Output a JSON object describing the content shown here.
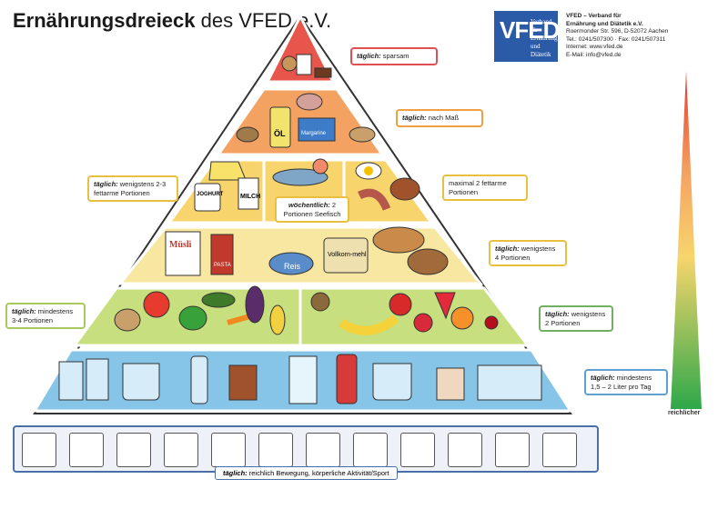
{
  "title": {
    "bold": "Ernährungsdreieck",
    "rest": " des VFED e.V."
  },
  "logo": {
    "letter": "VFED",
    "lines": [
      "Verband",
      "für",
      "Ernährung und",
      "Diätetik"
    ]
  },
  "org": {
    "name1": "VFED – Verband für",
    "name2": "Ernährung und Diätetik e.V.",
    "address": "Roermonder Str. 596, D-52072 Aachen",
    "tel": "Tel.: 0241/507300 · Fax: 0241/507311",
    "internet": "Internet: www.vfed.de",
    "email": "E-Mail: info@vfed.de"
  },
  "levels": [
    {
      "key": "sweets",
      "prefix": "täglich:",
      "text": " sparsam"
    },
    {
      "key": "fats",
      "prefix": "täglich:",
      "text": " nach Maß"
    },
    {
      "key": "dairy",
      "prefix": "täglich:",
      "text": " wenigstens 2-3 fettarme Portionen"
    },
    {
      "key": "fish",
      "prefix": "wöchentlich:",
      "text": " 2 Portionen Seefisch"
    },
    {
      "key": "meat",
      "prefix": "",
      "text": "maximal 2 fettarme Portionen"
    },
    {
      "key": "grains",
      "prefix": "täglich:",
      "text": " wenigstens 4 Portionen"
    },
    {
      "key": "veg",
      "prefix": "täglich:",
      "text": " mindestens 3-4 Portionen"
    },
    {
      "key": "fruit",
      "prefix": "täglich:",
      "text": " wenigstens 2 Portionen"
    },
    {
      "key": "drinks",
      "prefix": "täglich:",
      "text": " mindestens 1,5 – 2 Liter pro Tag"
    }
  ],
  "food_labels": {
    "oil": "ÖL",
    "margarine": "Margarine",
    "joghurt": "JOGHURT",
    "milch": "MILCH",
    "muesli": "Müsli",
    "pasta": "PASTA",
    "reis": "Reis",
    "vollkornmehl": "Vollkorn-mehl"
  },
  "gradient_label": "reichlicher",
  "sport": {
    "prefix": "täglich:",
    "text": " reichlich Bewegung, körperliche Aktivität/Sport"
  },
  "sport_icons": [
    "cyclist-icon",
    "stairs-icon",
    "swimmer-icon",
    "gymnast-icon",
    "runner-icon",
    "soccer-icon",
    "walker-icon",
    "cyclist-icon",
    "stairs-icon",
    "swimmer-icon",
    "soccer-icon",
    "walker-icon"
  ],
  "colors": {
    "red": "#e8554a",
    "orange": "#f4a261",
    "yellow": "#f7d56c",
    "lgreen": "#c7df7e",
    "green": "#8fcc7a",
    "blue": "#86c5e8"
  }
}
